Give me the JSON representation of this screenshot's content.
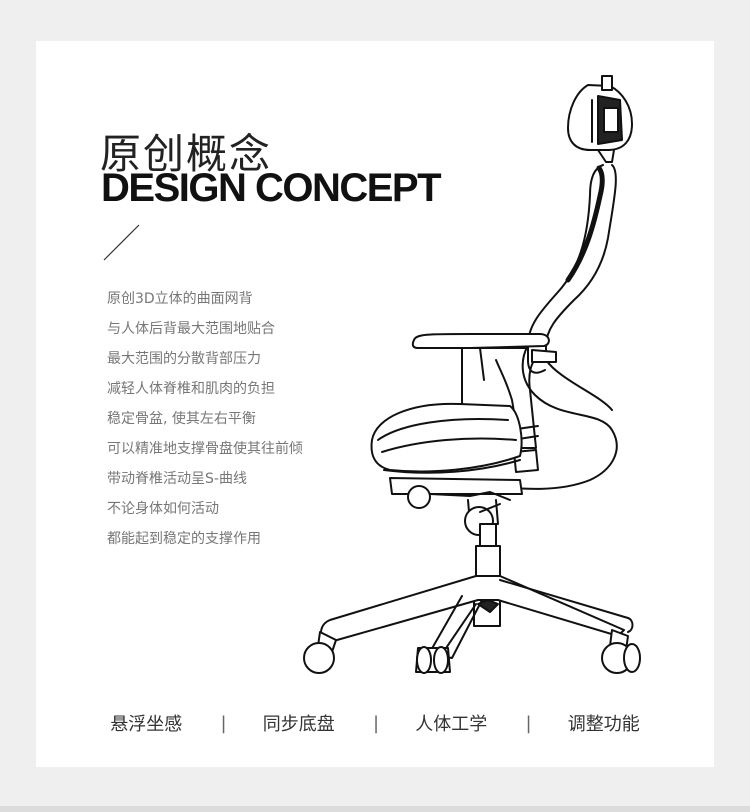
{
  "header": {
    "title_cn": "原创概念",
    "title_en": "DESIGN CONCEPT"
  },
  "description": {
    "lines": [
      "原创3D立体的曲面网背",
      "与人体后背最大范围地贴合",
      "最大范围的分散背部压力",
      "减轻人体脊椎和肌肉的负担",
      "稳定骨盆, 使其左右平衡",
      "可以精准地支撑骨盘使其往前倾",
      "带动脊椎活动呈S-曲线",
      "不论身体如何活动",
      "都能起到稳定的支撑作用"
    ]
  },
  "features": {
    "items": [
      "悬浮坐感",
      "同步底盘",
      "人体工学",
      "调整功能"
    ],
    "separator": "|"
  },
  "image": {
    "subject": "office-chair-line-drawing"
  },
  "colors": {
    "page_background": "#efefef",
    "card_background": "#ffffff",
    "title": "#111111",
    "body_text": "#777777",
    "feature_text": "#333333"
  }
}
